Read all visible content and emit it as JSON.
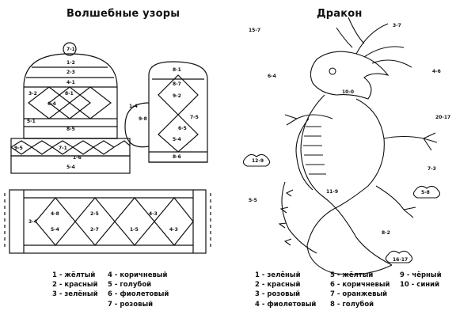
{
  "left_page": {
    "title": "Волшебные узоры",
    "legend_col1": [
      "1 - жёлтый",
      "2 - красный",
      "3 - зелёный"
    ],
    "legend_col2": [
      "4 - коричневый",
      "5 - голубой",
      "6 - фиолетовый",
      "7 - розовый"
    ],
    "hat_numbers": [
      "7-1",
      "1-2",
      "2-3",
      "4-1",
      "3-2",
      "8-1",
      "6-4",
      "5-1",
      "8-5",
      "9-5",
      "7-1",
      "1-6",
      "5-4"
    ],
    "mitten_numbers": [
      "8-1",
      "8-7",
      "1-4",
      "9-8",
      "9-2",
      "6-5",
      "7-5",
      "8-6",
      "5-4"
    ],
    "scarf_numbers": [
      "4-8",
      "2-5",
      "4-3",
      "3-4",
      "5-4",
      "2-7",
      "1-5",
      "4-3"
    ]
  },
  "right_page": {
    "title": "Дракон",
    "legend_col1": [
      "1 - зелёный",
      "2 - красный",
      "3 - розовый",
      "4 - фиолетовый"
    ],
    "legend_col2": [
      "5 - жёлтый",
      "6 - коричневый",
      "7 - оранжевый",
      "8 - голубой"
    ],
    "legend_col3": [
      "9 - чёрный",
      "10 - синий"
    ],
    "dragon_numbers": [
      "15-7",
      "3-7",
      "6-4",
      "10-0",
      "4-6",
      "20-17",
      "12-9",
      "7-3",
      "5-5",
      "5-8",
      "8-2",
      "11-9",
      "16-17"
    ]
  },
  "colors": {
    "ink": "#111111",
    "paper": "#ffffff"
  }
}
